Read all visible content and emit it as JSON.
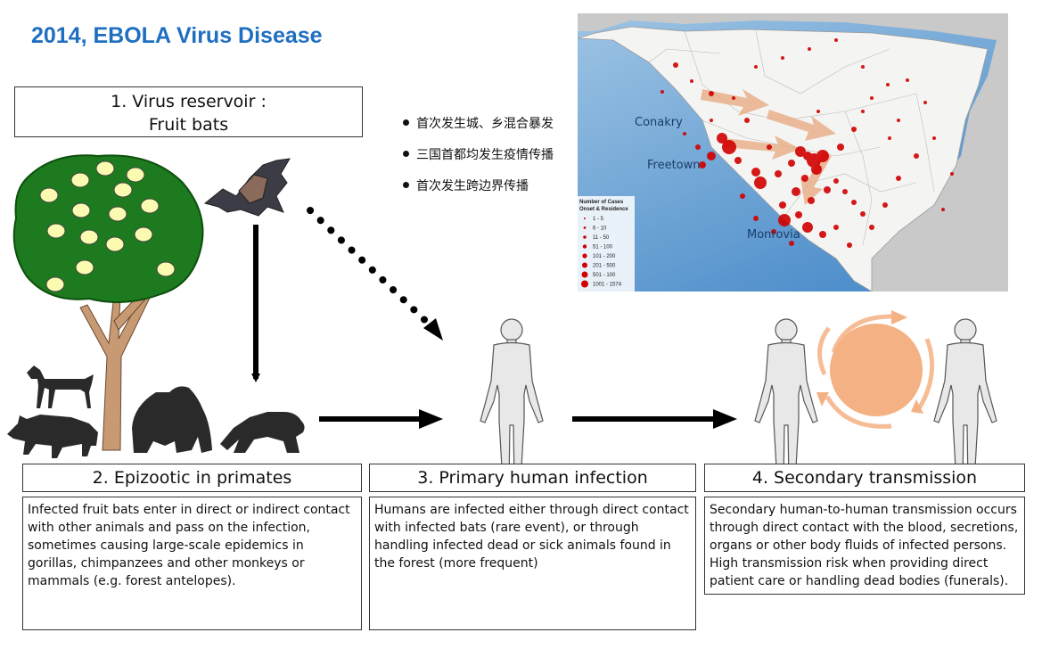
{
  "title": "2014, EBOLA Virus Disease",
  "reservoir": {
    "line1": "1. Virus reservoir :",
    "line2": "Fruit bats"
  },
  "bullets": [
    "首次发生城、乡混合暴发",
    "三国首都均发生疫情传播",
    "首次发生跨边界传播"
  ],
  "map": {
    "cities": [
      "Conakry",
      "Freetown",
      "Monrovia"
    ],
    "legend": {
      "title1": "Number of Cases",
      "title2": "Onset & Residence",
      "items": [
        "1 - 5",
        "6 - 10",
        "11 - 50",
        "51 - 100",
        "101 - 200",
        "201 - 500",
        "501 - 100",
        "1001 - 1574"
      ]
    }
  },
  "stages": [
    {
      "heading": "2. Epizootic in primates",
      "text": "Infected fruit bats enter in direct or indirect contact with other animals and pass on the infection, sometimes causing large-scale epidemics in gorillas, chimpanzees and other monkeys or mammals (e.g. forest antelopes)."
    },
    {
      "heading": "3. Primary  human infection",
      "text": "Humans are infected either through direct contact with infected bats (rare event), or through handling infected dead or sick animals found in the forest (more frequent)"
    },
    {
      "heading": "4. Secondary transmission",
      "text": "Secondary human-to-human transmission occurs through direct contact with the blood, secretions, organs or other body fluids of infected persons. High transmission risk when providing direct patient care or handling dead bodies (funerals)."
    }
  ]
}
